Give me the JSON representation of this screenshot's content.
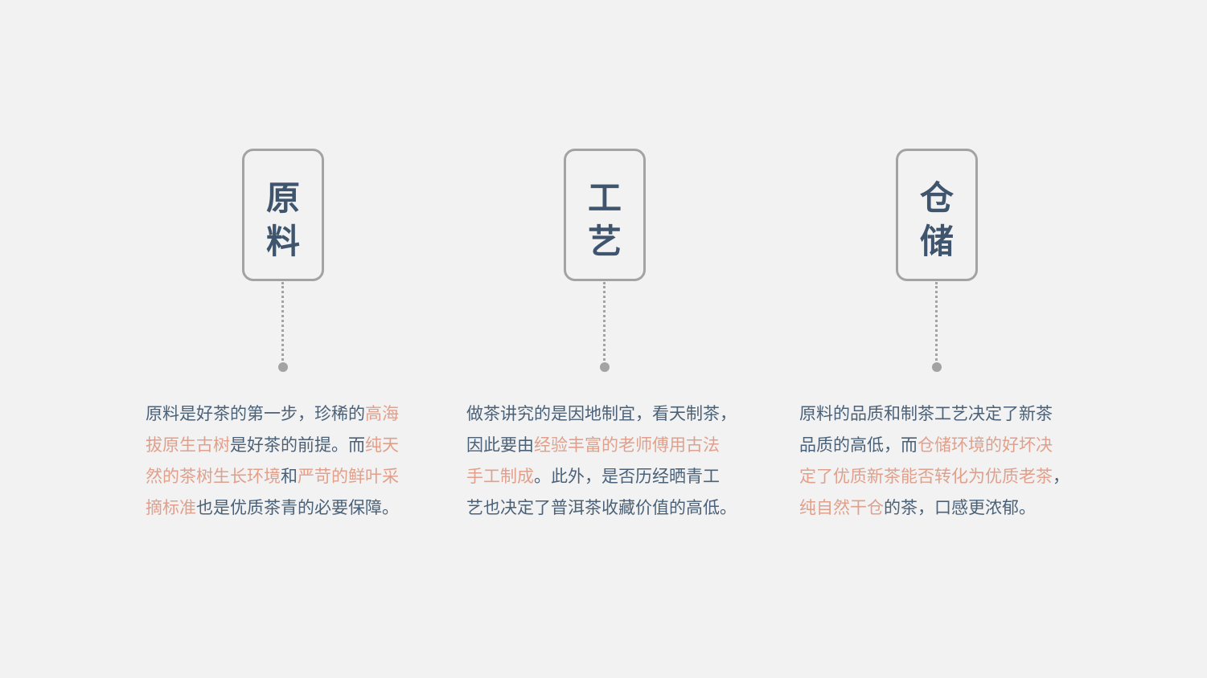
{
  "columns": [
    {
      "title": [
        "原",
        "料"
      ],
      "lines": [
        [
          {
            "t": "原料是好茶的第一步，珍稀的",
            "h": false
          },
          {
            "t": "高海",
            "h": true
          }
        ],
        [
          {
            "t": "拔原生古树",
            "h": true
          },
          {
            "t": "是好茶的前提。而",
            "h": false
          },
          {
            "t": "纯天",
            "h": true
          }
        ],
        [
          {
            "t": "然的茶树生长环境",
            "h": true
          },
          {
            "t": "和",
            "h": false
          },
          {
            "t": "严苛的鲜叶采",
            "h": true
          }
        ],
        [
          {
            "t": "摘标准",
            "h": true
          },
          {
            "t": "也是优质茶青的必要保障。",
            "h": false
          }
        ]
      ]
    },
    {
      "title": [
        "工",
        "艺"
      ],
      "lines": [
        [
          {
            "t": "做茶讲究的是因地制宜，看天制茶，",
            "h": false
          }
        ],
        [
          {
            "t": "因此要由",
            "h": false
          },
          {
            "t": "经验丰富的老师傅用古法",
            "h": true
          }
        ],
        [
          {
            "t": "手工制成",
            "h": true
          },
          {
            "t": "。此外，是否历经晒青工",
            "h": false
          }
        ],
        [
          {
            "t": "艺也决定了普洱茶收藏价值的高低。",
            "h": false
          }
        ]
      ]
    },
    {
      "title": [
        "仓",
        "储"
      ],
      "lines": [
        [
          {
            "t": "原料的品质和制茶工艺决定了新茶",
            "h": false
          }
        ],
        [
          {
            "t": "品质的高低，而",
            "h": false
          },
          {
            "t": "仓储环境的好坏决",
            "h": true
          }
        ],
        [
          {
            "t": "定了优质新茶能否转化为优质老茶",
            "h": true
          },
          {
            "t": "，",
            "h": false
          }
        ],
        [
          {
            "t": "纯自然干仓",
            "h": true
          },
          {
            "t": "的茶，口感更浓郁。",
            "h": false
          }
        ]
      ]
    }
  ],
  "colors": {
    "text": "#4a6178",
    "highlight": "#e0a08c",
    "title": "#3e556d",
    "frame": "#a3a3a3"
  }
}
